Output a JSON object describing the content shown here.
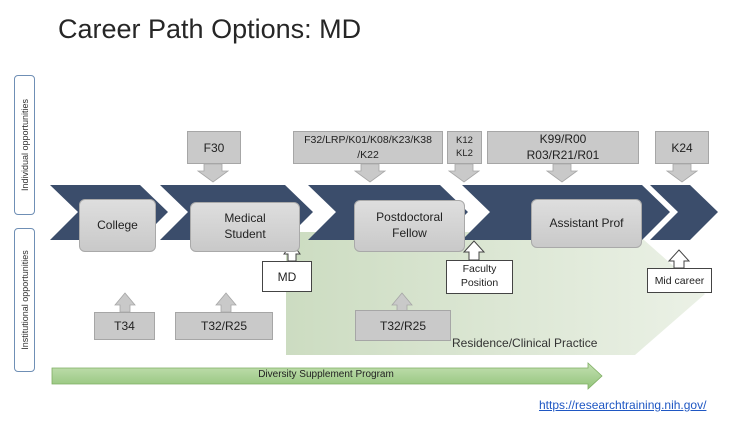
{
  "title": "Career Path Options: MD",
  "side_labels": {
    "individual": "Individual opportunities",
    "institutional": "Institutional opportunities"
  },
  "stages": {
    "college": "College",
    "medical_student": "Medical Student",
    "postdoc": "Postdoctoral Fellow",
    "assistant_prof": "Assistant Prof"
  },
  "individual": {
    "f30": "F30",
    "f32": "F32/LRP/K01/K08/K23/K38 /K22",
    "k12": "K12 KL2",
    "k99": "K99/R00 R03/R21/R01",
    "k24": "K24"
  },
  "milestones": {
    "md": "MD",
    "faculty": "Faculty Position",
    "mid_career": "Mid career"
  },
  "institutional": {
    "t34": "T34",
    "t32_r25_a": "T32/R25",
    "t32_r25_b": "T32/R25"
  },
  "residence": "Residence/Clinical Practice",
  "diversity": "Diversity Supplement Program",
  "url": "https://researchtraining.nih.gov/",
  "colors": {
    "chevron": "#3b4d6b",
    "green_band": "#dce8d4",
    "green_arrow": "#a9d18e",
    "gray_box": "#c9c9c9",
    "link": "#1f57c3"
  }
}
